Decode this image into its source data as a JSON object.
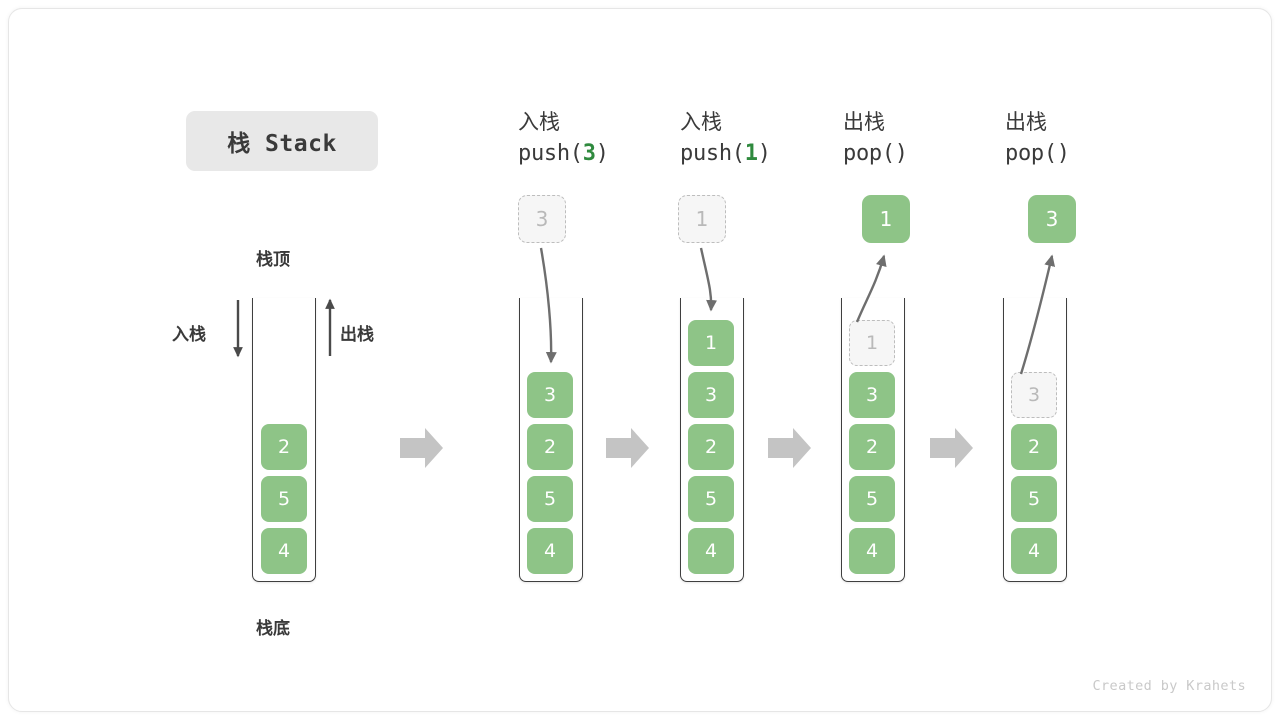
{
  "title": {
    "badge": "栈 Stack"
  },
  "labels": {
    "top": "栈顶",
    "bottom": "栈底",
    "push": "入栈",
    "pop": "出栈"
  },
  "colors": {
    "item": "#8ec487",
    "ghost_border": "#bdbdbd",
    "ghost_fill": "#f6f6f6",
    "accent_number": "#2f8a3e",
    "arrow": "#6e6e6e",
    "flow_arrow": "#c4c4c4",
    "tube_border": "#3f3f3f",
    "badge_bg": "#e8e8e8",
    "text": "#3a3a3a",
    "credit": "#c9c9c9"
  },
  "columns": [
    {
      "id": "initial",
      "header_cn": "",
      "header_code": "",
      "header_num": "",
      "items": [
        "2",
        "5",
        "4"
      ],
      "ghost_index": -1,
      "floating": null
    },
    {
      "id": "push-3",
      "header_cn": "入栈",
      "header_code_prefix": "push(",
      "header_num": "3",
      "header_code_suffix": ")",
      "items": [
        "3",
        "2",
        "5",
        "4"
      ],
      "ghost_index": -1,
      "floating": {
        "value": "3",
        "style": "ghost",
        "direction": "down"
      }
    },
    {
      "id": "push-1",
      "header_cn": "入栈",
      "header_code_prefix": "push(",
      "header_num": "1",
      "header_code_suffix": ")",
      "items": [
        "1",
        "3",
        "2",
        "5",
        "4"
      ],
      "ghost_index": -1,
      "floating": {
        "value": "1",
        "style": "ghost",
        "direction": "down"
      }
    },
    {
      "id": "pop-1",
      "header_cn": "出栈",
      "header_code_prefix": "pop(",
      "header_num": "",
      "header_code_suffix": ")",
      "items": [
        "1",
        "3",
        "2",
        "5",
        "4"
      ],
      "ghost_index": 0,
      "floating": {
        "value": "1",
        "style": "solid",
        "direction": "up"
      }
    },
    {
      "id": "pop-2",
      "header_cn": "出栈",
      "header_code_prefix": "pop(",
      "header_num": "",
      "header_code_suffix": ")",
      "items": [
        "3",
        "2",
        "5",
        "4"
      ],
      "ghost_index": 0,
      "floating": {
        "value": "3",
        "style": "solid",
        "direction": "up"
      }
    }
  ],
  "credit": "Created by Krahets"
}
